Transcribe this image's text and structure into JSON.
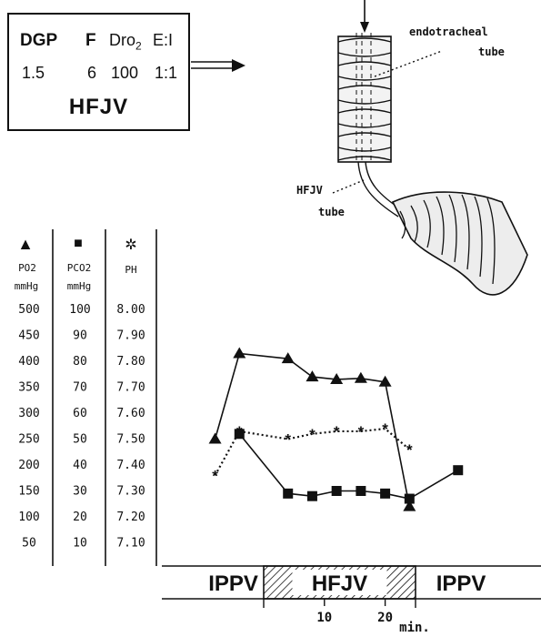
{
  "settings_panel": {
    "headers": {
      "dgp": "DGP",
      "f": "F",
      "dro": "Dro",
      "dro_sub": "2",
      "ei": "E:I"
    },
    "values": {
      "dgp": "1.5",
      "f": "6",
      "dro": "100",
      "ei": "1:1"
    },
    "mode_label": "HFJV"
  },
  "illustration": {
    "endotracheal_label_1": "endotracheal",
    "endotracheal_label_2": "tube",
    "hfjv_label_1": "HFJV",
    "hfjv_label_2": "tube"
  },
  "legend": {
    "po2": {
      "symbol": "▲",
      "label": "PO2",
      "unit": "mmHg"
    },
    "pco2": {
      "symbol": "■",
      "label": "PCO2",
      "unit": "mmHg"
    },
    "ph": {
      "symbol": "✲",
      "label": "PH"
    }
  },
  "scale_table": {
    "po2": [
      "500",
      "450",
      "400",
      "350",
      "300",
      "250",
      "200",
      "150",
      "100",
      "50"
    ],
    "pco2": [
      "100",
      "90",
      "80",
      "70",
      "60",
      "50",
      "40",
      "30",
      "20",
      "10"
    ],
    "ph": [
      "8.00",
      "7.90",
      "7.80",
      "7.70",
      "7.60",
      "7.50",
      "7.40",
      "7.30",
      "7.20",
      "7.10"
    ]
  },
  "phase_bar": {
    "segments": [
      {
        "label": "IPPV",
        "hatched": false
      },
      {
        "label": "HFJV",
        "hatched": true
      },
      {
        "label": "IPPV",
        "hatched": false
      }
    ]
  },
  "time_axis": {
    "ticks": [
      "10",
      "20"
    ],
    "unit": "min."
  },
  "colors": {
    "ink": "#111111",
    "background": "#ffffff"
  },
  "chart_data": {
    "type": "line",
    "x_unit": "min.",
    "x": [
      -8,
      -4,
      4,
      8,
      12,
      16,
      20,
      24,
      32
    ],
    "series": [
      {
        "name": "PO2",
        "unit": "mmHg",
        "marker": "triangle",
        "line": "solid",
        "values": [
          250,
          415,
          405,
          370,
          365,
          367,
          360,
          120,
          null
        ]
      },
      {
        "name": "PCO2",
        "unit": "mmHg",
        "marker": "square",
        "line": "solid",
        "values": [
          null,
          52,
          29,
          28,
          30,
          30,
          29,
          27,
          38
        ]
      },
      {
        "name": "PH",
        "marker": "asterisk",
        "line": "dotted",
        "values": [
          7.36,
          7.53,
          7.5,
          7.52,
          7.53,
          7.53,
          7.54,
          7.46,
          null
        ]
      }
    ],
    "y_scales": {
      "PO2": [
        0,
        550
      ],
      "PCO2": [
        0,
        110
      ],
      "PH": [
        7.0,
        8.1
      ]
    },
    "phases": [
      {
        "label": "IPPV",
        "x_start": -10,
        "x_end": 0
      },
      {
        "label": "HFJV",
        "x_start": 0,
        "x_end": 25
      },
      {
        "label": "IPPV",
        "x_start": 25,
        "x_end": 40
      }
    ]
  }
}
